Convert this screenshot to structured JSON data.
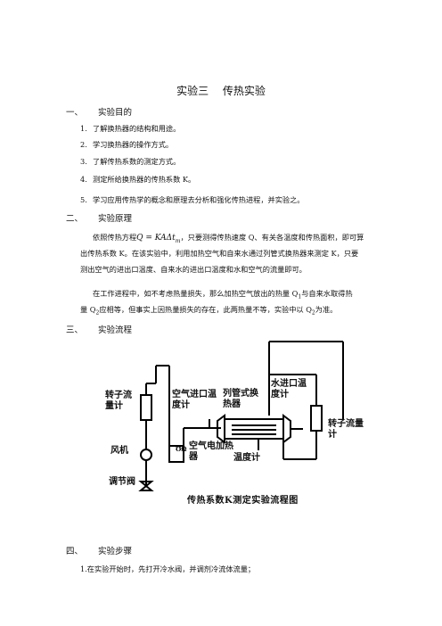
{
  "doc": {
    "title": "实验三    传热实验",
    "sections": {
      "s1": {
        "num": "一、",
        "heading": "实验目的"
      },
      "s2": {
        "num": "二、",
        "heading": "实验原理"
      },
      "s3": {
        "num": "三、",
        "heading": "实验流程"
      },
      "s4": {
        "num": "四、",
        "heading": "实验步骤"
      }
    },
    "objectives": [
      {
        "n": "1.",
        "text": "了解换热器的结构和用途。"
      },
      {
        "n": "2.",
        "text": "学习换热器的操作方式。"
      },
      {
        "n": "3.",
        "text": "了解传热系数的测定方式。"
      },
      {
        "n": "4.",
        "text": "测定所给换热器的传热系数 K。"
      },
      {
        "n": "5.",
        "text": "学习应用传热学的概念和原理去分析和强化传热进程，并实验之。"
      }
    ],
    "principle": {
      "p1_prefix": "依照传热方程",
      "formula": "Q = KAΔt",
      "formula_sub": "m",
      "p1_suffix": "，只要测得传热速度 Q、有关各温度和传热面积，即可算",
      "p1_line2": "出传热系数 K。在该实验中，利用加热空气和自来水通过列管式换热器来测定 K，只要",
      "p1_line3": "测出空气的进出口温度、自来水的进出口温度和水和空气的流量即可。",
      "p2_line1": "在工作进程中，如不考虑热量损失，那么加热空气放出的热量 Q",
      "p2_sub1": "1",
      "p2_line1b": "与自来水取得热",
      "p2_line2a": "量 Q",
      "p2_sub2": "2",
      "p2_line2b": "应相等，但事实上因热量损失的存在，此两热量不等，实验中以 Q",
      "p2_sub3": "2",
      "p2_line2c": "为准。"
    },
    "diagram": {
      "caption": "传热系数K测定实验流程图",
      "labels": {
        "rotameter_left": "转子流量计",
        "air_inlet_thermo": "空气进口温度计",
        "shell_tube_hx": "列管式换热器",
        "water_inlet_thermo": "水进口温度计",
        "rotameter_right": "转子流量计",
        "blower": "风机",
        "air_heater": "空气电加热器",
        "thermometer": "温度计",
        "regulating_valve": "调节阀"
      }
    },
    "steps": [
      {
        "text": "1.在实验开始时，先打开冷水阀，并调剂冷流体流量；"
      }
    ]
  }
}
